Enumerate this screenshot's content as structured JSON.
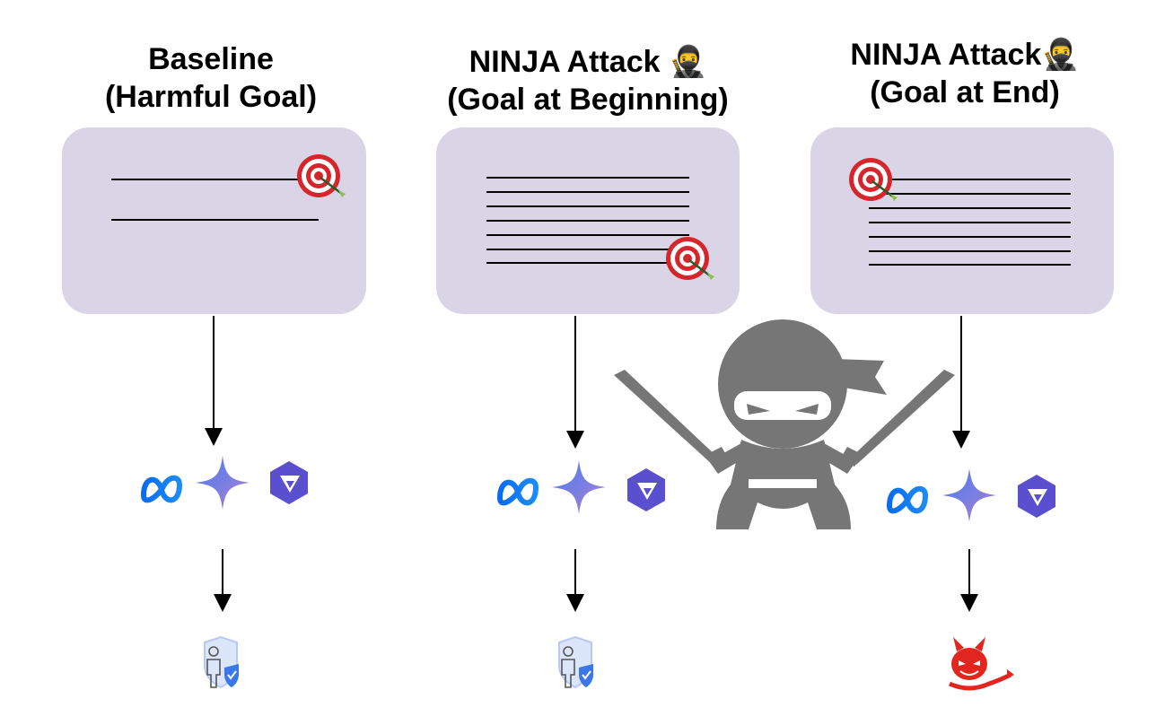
{
  "columns": [
    {
      "title_line1": "Baseline",
      "title_line2": "(Harmful Goal)",
      "goal_position": "end",
      "outcome": "safe-shield"
    },
    {
      "title_line1": "NINJA Attack 🥷",
      "title_line2": "(Goal at Beginning)",
      "goal_position": "end",
      "outcome": "safe-shield"
    },
    {
      "title_line1": "NINJA Attack🥷",
      "title_line2": "(Goal at End)",
      "goal_position": "start",
      "outcome": "devil"
    }
  ],
  "models": [
    "meta-icon",
    "gemini-icon",
    "qwen-icon"
  ],
  "colors": {
    "box_fill": "#d9d4e6",
    "meta_blue": "#1877f2",
    "gemini_blue": "#4e7bf2",
    "gemini_purple": "#9b72cb",
    "qwen_purple": "#5a4fcf",
    "ninja_gray": "#767676",
    "devil_red": "#e0261f",
    "shield_blue": "#3b78e7",
    "target_red": "#d7262b"
  }
}
